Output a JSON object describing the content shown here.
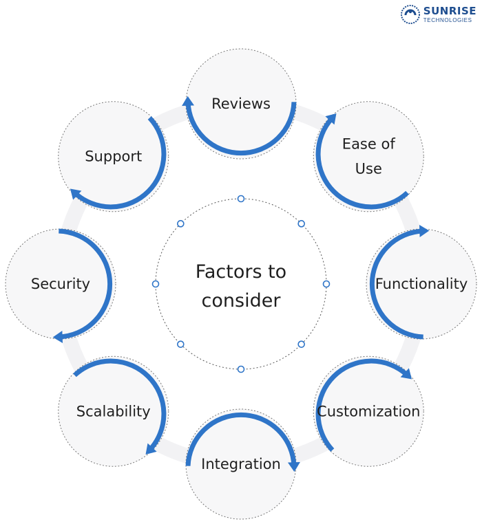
{
  "brand": {
    "name": "SUNRISE",
    "tagline": "TECHNOLOGIES",
    "logo_icon": "sunrise-globe-icon"
  },
  "center": {
    "line1": "Factors to",
    "line2": "consider"
  },
  "colors": {
    "accent": "#2f75c8",
    "ring": "#f2f2f4",
    "node_fill": "#f7f7f8",
    "text": "#1f1f1f"
  },
  "nodes": [
    {
      "id": "reviews",
      "lines": [
        "Reviews"
      ]
    },
    {
      "id": "ease-of-use",
      "lines": [
        "Ease of",
        "Use"
      ]
    },
    {
      "id": "functionality",
      "lines": [
        "Functionality"
      ]
    },
    {
      "id": "customization",
      "lines": [
        "Customization"
      ]
    },
    {
      "id": "integration",
      "lines": [
        "Integration"
      ]
    },
    {
      "id": "scalability",
      "lines": [
        "Scalability"
      ]
    },
    {
      "id": "security",
      "lines": [
        "Security"
      ]
    },
    {
      "id": "support",
      "lines": [
        "Support"
      ]
    }
  ]
}
